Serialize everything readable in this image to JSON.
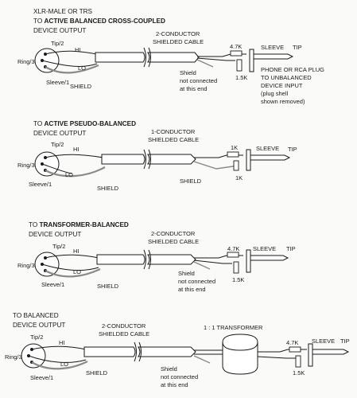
{
  "diagrams": [
    {
      "header_prefix": "XLR-MALE OR TRS",
      "heading_plain": "TO ",
      "heading_bold": "ACTIVE BALANCED CROSS-COUPLED",
      "heading_sub": "DEVICE OUTPUT",
      "tip2": "Tip/2",
      "ring3": "Ring/3",
      "sleeve1": "Sleeve/1",
      "hi": "HI",
      "lo": "LO",
      "shield": "SHIELD",
      "cable_line1": "2-CONDUCTOR",
      "cable_line2": "SHIELDED CABLE",
      "res_top": "4.7K",
      "res_bottom": "1.5K",
      "sleeve": "SLEEVE",
      "tip": "TIP",
      "note1": "Shield",
      "note2": "not connected",
      "note3": "at this end",
      "plug1": "PHONE OR RCA PLUG",
      "plug2": "TO UNBALANCED",
      "plug3": "DEVICE INPUT",
      "plug4": "(plug shell",
      "plug5": "shown removed)"
    },
    {
      "heading_plain": "TO ",
      "heading_bold": "ACTIVE PSEUDO-BALANCED",
      "heading_sub": "DEVICE OUTPUT",
      "tip2": "Tip/2",
      "ring3": "Ring/3",
      "sleeve1": "Sleeve/1",
      "hi": "HI",
      "lo": "LO",
      "shield": "SHIELD",
      "cable_line1": "1-CONDUCTOR",
      "cable_line2": "SHIELDED CABLE",
      "res_top": "1K",
      "res_bottom": "1K",
      "sleeve": "SLEEVE",
      "tip": "TIP",
      "shield_right": "SHIELD"
    },
    {
      "heading_plain": "TO ",
      "heading_bold": "TRANSFORMER-BALANCED",
      "heading_sub": "DEVICE OUTPUT",
      "tip2": "Tip/2",
      "ring3": "Ring/3",
      "sleeve1": "Sleeve/1",
      "hi": "HI",
      "lo": "LO",
      "shield": "SHIELD",
      "cable_line1": "2-CONDUCTOR",
      "cable_line2": "SHIELDED CABLE",
      "res_top": "4.7K",
      "res_bottom": "1.5K",
      "sleeve": "SLEEVE",
      "tip": "TIP",
      "note1": "Shield",
      "note2": "not connected",
      "note3": "at this end"
    },
    {
      "heading_plain": "TO BALANCED",
      "heading_sub": "DEVICE OUTPUT",
      "tip2": "Tip/2",
      "ring3": "Ring/3",
      "sleeve1": "Sleeve/1",
      "hi": "HI",
      "lo": "LO",
      "shield": "SHIELD",
      "cable_line1": "2-CONDUCTOR",
      "cable_line2": "SHIELDED CABLE",
      "xfmr": "1 : 1 TRANSFORMER",
      "res_top": "4.7K",
      "res_bottom": "1.5K",
      "sleeve": "SLEEVE",
      "tip": "TIP",
      "note1": "Shield",
      "note2": "not connected",
      "note3": "at this end"
    }
  ]
}
